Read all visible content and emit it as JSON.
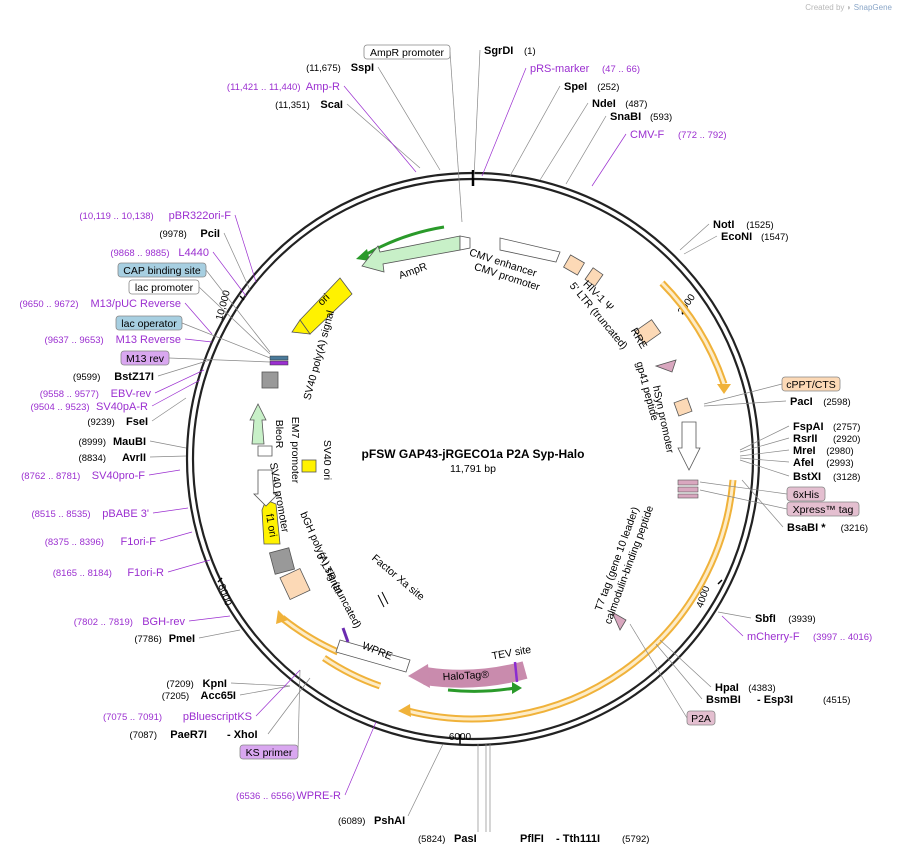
{
  "header": {
    "created_by": "Created by",
    "brand": "SnapGene"
  },
  "plasmid": {
    "name": "pFSW GAP43-jRGECO1a P2A Syp-Halo",
    "length_label": "11,791 bp",
    "length": 11791
  },
  "ticks": [
    "2000",
    "4000",
    "6000",
    "8000",
    "10,000"
  ],
  "sites": [
    {
      "name": "SgrDI",
      "pos": "(1)"
    },
    {
      "name": "SpeI",
      "pos": "(252)"
    },
    {
      "name": "NdeI",
      "pos": "(487)"
    },
    {
      "name": "SnaBI",
      "pos": "(593)"
    },
    {
      "name": "NotI",
      "pos": "(1525)"
    },
    {
      "name": "EcoNI",
      "pos": "(1547)"
    },
    {
      "name": "PacI",
      "pos": "(2598)"
    },
    {
      "name": "FspAI",
      "pos": "(2757)"
    },
    {
      "name": "RsrII",
      "pos": "(2920)"
    },
    {
      "name": "MreI",
      "pos": "(2980)"
    },
    {
      "name": "AfeI",
      "pos": "(2993)"
    },
    {
      "name": "BstXI",
      "pos": "(3128)"
    },
    {
      "name": "BsaBI *",
      "pos": "(3216)"
    },
    {
      "name": "SbfI",
      "pos": "(3939)"
    },
    {
      "name": "HpaI",
      "pos": "(4383)"
    },
    {
      "name": "BsmBI",
      "pos": ""
    },
    {
      "name": "- Esp3I",
      "pos": "(4515)"
    },
    {
      "name": "PflFI",
      "pos": ""
    },
    {
      "name": "- Tth111I",
      "pos": "(5792)"
    },
    {
      "name": "PasI",
      "pos": "(5824)"
    },
    {
      "name": "PshAI",
      "pos": "(6089)"
    },
    {
      "name": "PaeR7I",
      "pos": "(7087)"
    },
    {
      "name": "- XhoI",
      "pos": ""
    },
    {
      "name": "Acc65I",
      "pos": "(7205)"
    },
    {
      "name": "KpnI",
      "pos": "(7209)"
    },
    {
      "name": "PmeI",
      "pos": "(7786)"
    },
    {
      "name": "AvrII",
      "pos": "(8834)"
    },
    {
      "name": "MauBI",
      "pos": "(8999)"
    },
    {
      "name": "FseI",
      "pos": "(9239)"
    },
    {
      "name": "BstZ17I",
      "pos": "(9599)"
    },
    {
      "name": "PciI",
      "pos": "(9978)"
    },
    {
      "name": "ScaI",
      "pos": "(11,351)"
    },
    {
      "name": "SspI",
      "pos": "(11,675)"
    }
  ],
  "primers": [
    {
      "name": "pRS-marker",
      "pos": "(47 .. 66)"
    },
    {
      "name": "CMV-F",
      "pos": "(772 .. 792)"
    },
    {
      "name": "mCherry-F",
      "pos": "(3997 .. 4016)"
    },
    {
      "name": "WPRE-R",
      "pos": "(6536 .. 6556)"
    },
    {
      "name": "pBluescriptKS",
      "pos": "(7075 .. 7091)"
    },
    {
      "name": "BGH-rev",
      "pos": "(7802 .. 7819)"
    },
    {
      "name": "F1ori-R",
      "pos": "(8165 .. 8184)"
    },
    {
      "name": "F1ori-F",
      "pos": "(8375 .. 8396)"
    },
    {
      "name": "pBABE 3'",
      "pos": "(8515 .. 8535)"
    },
    {
      "name": "SV40pro-F",
      "pos": "(8762 .. 8781)"
    },
    {
      "name": "SV40pA-R",
      "pos": "(9504 .. 9523)"
    },
    {
      "name": "EBV-rev",
      "pos": "(9558 .. 9577)"
    },
    {
      "name": "M13 Reverse",
      "pos": "(9637 .. 9653)"
    },
    {
      "name": "M13/pUC Reverse",
      "pos": "(9650 .. 9672)"
    },
    {
      "name": "L4440",
      "pos": "(9868 .. 9885)"
    },
    {
      "name": "pBR322ori-F",
      "pos": "(10,119 .. 10,138)"
    },
    {
      "name": "Amp-R",
      "pos": "(11,421 .. 11,440)"
    }
  ],
  "boxed": [
    {
      "name": "AmpR promoter"
    },
    {
      "name": "cPPT/CTS"
    },
    {
      "name": "6xHis"
    },
    {
      "name": "Xpress™ tag"
    },
    {
      "name": "P2A"
    },
    {
      "name": "KS primer"
    },
    {
      "name": "M13 rev"
    },
    {
      "name": "lac operator"
    },
    {
      "name": "lac promoter"
    },
    {
      "name": "CAP binding site"
    }
  ],
  "features": [
    {
      "name": "AmpR"
    },
    {
      "name": "CMV enhancer"
    },
    {
      "name": "CMV promoter"
    },
    {
      "name": "HIV-1 Ψ"
    },
    {
      "name": "5' LTR (truncated)"
    },
    {
      "name": "RRE"
    },
    {
      "name": "gp41 peptide"
    },
    {
      "name": "hSyn promoter"
    },
    {
      "name": "T7 tag (gene 10 leader)"
    },
    {
      "name": "calmodulin-binding peptide"
    },
    {
      "name": "TEV site"
    },
    {
      "name": "HaloTag®"
    },
    {
      "name": "WPRE"
    },
    {
      "name": "Factor Xa site"
    },
    {
      "name": "5' LTR (truncated)"
    },
    {
      "name": "bGH poly(A) signal"
    },
    {
      "name": "SV40 promoter"
    },
    {
      "name": "f1 ori"
    },
    {
      "name": "EM7 promoter"
    },
    {
      "name": "BleoR"
    },
    {
      "name": "SV40 ori"
    },
    {
      "name": "SV40 poly(A) signal"
    },
    {
      "name": "ori"
    }
  ],
  "colors": {
    "primer": "#9b2fd0",
    "orf_orange": "#f0b23a",
    "orf_fill": "#fdecc8",
    "promoter": "#ffffff",
    "green_arrow": "#c8f0c8",
    "green_line": "#2a9a2a",
    "yellow": "#fff200",
    "ltr": "#fcd9b6",
    "pink": "#d9a7bf",
    "grey": "#999999",
    "boxed_blue": "#a7cfe1",
    "boxed_purple": "#d9a7f0"
  }
}
